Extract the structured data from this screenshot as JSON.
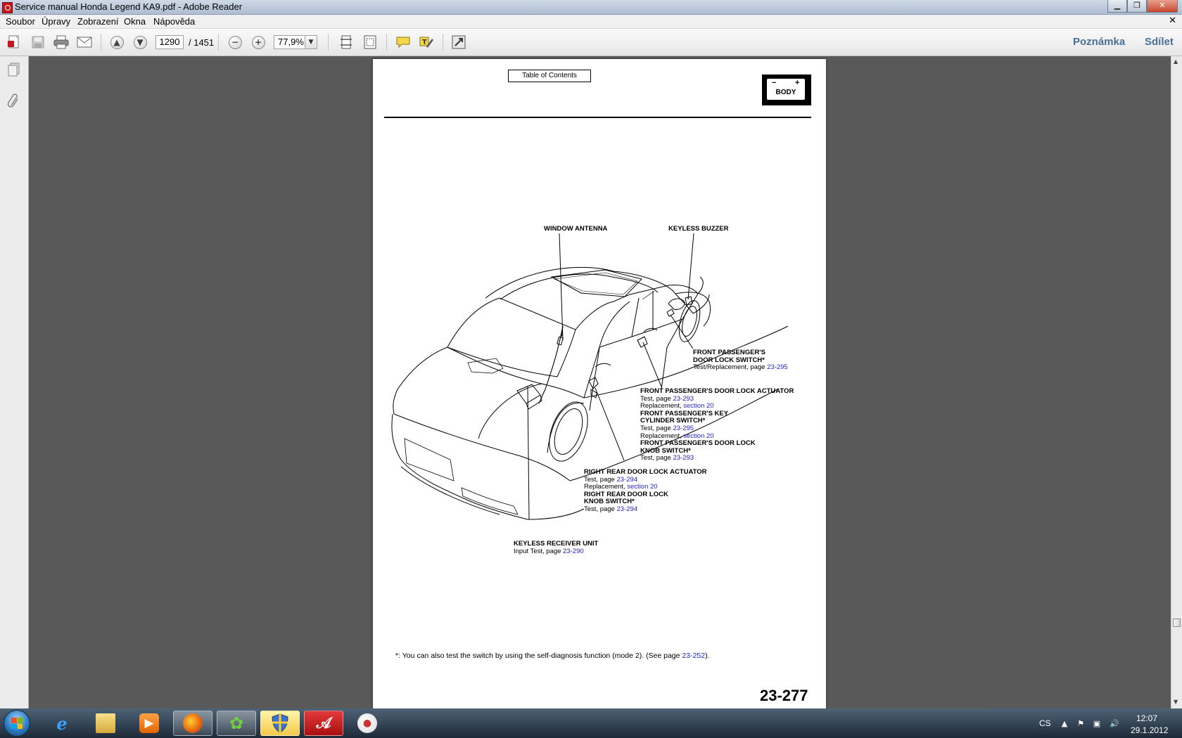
{
  "window": {
    "title": "Service manual Honda Legend KA9.pdf - Adobe Reader",
    "minimize": "▁",
    "maximize": "❐",
    "close": "✕"
  },
  "menu": {
    "items": [
      "Soubor",
      "Úpravy",
      "Zobrazení",
      "Okna",
      "Nápověda"
    ],
    "doc_close": "✕"
  },
  "toolbar": {
    "page_current": "1290",
    "page_total": "/ 1451",
    "zoom": "77,9%",
    "zoom_out": "−",
    "zoom_in": "+",
    "annotate_label": "Poznámka",
    "share_label": "Sdílet"
  },
  "page": {
    "toc_label": "Table of Contents",
    "badge": {
      "label": "BODY",
      "minus": "−",
      "plus": "+"
    },
    "labels": {
      "window_antenna": "WINDOW ANTENNA",
      "keyless_buzzer": "KEYLESS BUZZER",
      "fp_door_lock_switch_1": "FRONT PASSENGER'S",
      "fp_door_lock_switch_2": "DOOR LOCK SWITCH*",
      "fp_door_lock_switch_ref": "Test/Replacement,  page ",
      "fp_door_lock_switch_link": "23-295",
      "fp_actuator": "FRONT PASSENGER'S DOOR LOCK ACTUATOR",
      "fp_actuator_test": "Test,  page ",
      "fp_actuator_test_link": "23-293",
      "fp_actuator_repl": "Replacement,  ",
      "fp_actuator_repl_link": "section  20",
      "fp_key_cyl_1": "FRONT PASSENGER'S KEY",
      "fp_key_cyl_2": "CYLINDER  SWITCH*",
      "fp_key_cyl_test": "Test,  page ",
      "fp_key_cyl_test_link": "23-295",
      "fp_key_cyl_repl": "Replacement,  ",
      "fp_key_cyl_repl_link": "section  20",
      "fp_knob_1": "FRONT PASSENGER'S DOOR LOCK",
      "fp_knob_2": "KNOB  SWITCH*",
      "fp_knob_test": "Test,  page ",
      "fp_knob_test_link": "23-293",
      "rr_actuator": "RIGHT REAR DOOR LOCK ACTUATOR",
      "rr_actuator_test": "Test,  page ",
      "rr_actuator_test_link": "23-294",
      "rr_actuator_repl": "Replacement,  ",
      "rr_actuator_repl_link": "section  20",
      "rr_knob_1": "RIGHT REAR DOOR LOCK",
      "rr_knob_2": "KNOB  SWITCH*",
      "rr_knob_test": "Test,  page ",
      "rr_knob_test_link": "23-294",
      "receiver": "KEYLESS  RECEIVER UNIT",
      "receiver_test": "Input Test,  page ",
      "receiver_test_link": "23-290"
    },
    "footnote_text": "*: You can also test the switch by using the self-diagnosis function (mode 2). (See page ",
    "footnote_link": "23-252",
    "footnote_end": ").",
    "page_number": "23-277"
  },
  "taskbar": {
    "language": "CS",
    "time": "12:07",
    "date": "29.1.2012",
    "apps": [
      "internet-explorer",
      "file-explorer",
      "media-player",
      "firefox",
      "icq",
      "security-center",
      "adobe-reader",
      "paint"
    ]
  },
  "colors": {
    "link": "#2222cc",
    "doc_background": "#595959",
    "accent_text": "#4a6f99",
    "reader_red": "#c4161c"
  }
}
